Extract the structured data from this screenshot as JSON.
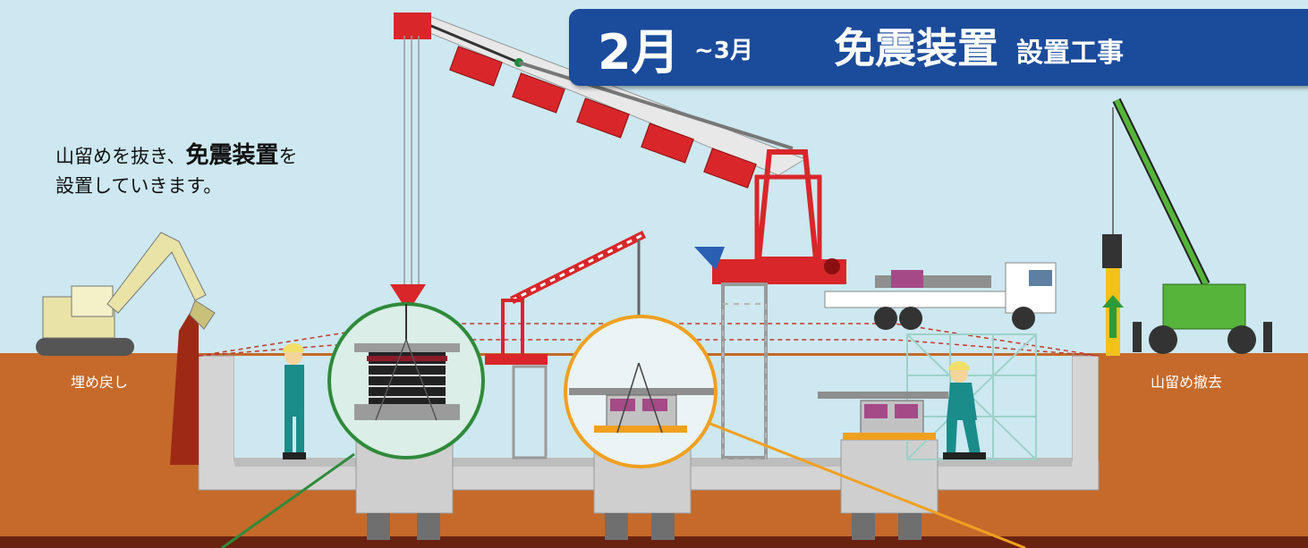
{
  "title": {
    "month_start": "2月",
    "month_end": "~3月",
    "main": "免震装置",
    "sub": "設置工事"
  },
  "description": {
    "line1_pre": "山留めを抜き、",
    "line1_emph": "免震装置",
    "line1_post": "を",
    "line2": "設置していきます。"
  },
  "labels": {
    "left": "埋め戻し",
    "right": "山留め撤去"
  },
  "colors": {
    "sky": "#cde8f0",
    "ground": "#c56a2a",
    "title_bg": "#1b4b9b",
    "crane_red": "#d9262a",
    "crane_green": "#56b43a",
    "excavator": "#e9e3a6",
    "concrete": "#c9c9c9",
    "highlight_green": "#2f8a3a",
    "highlight_orange": "#f0a020"
  }
}
